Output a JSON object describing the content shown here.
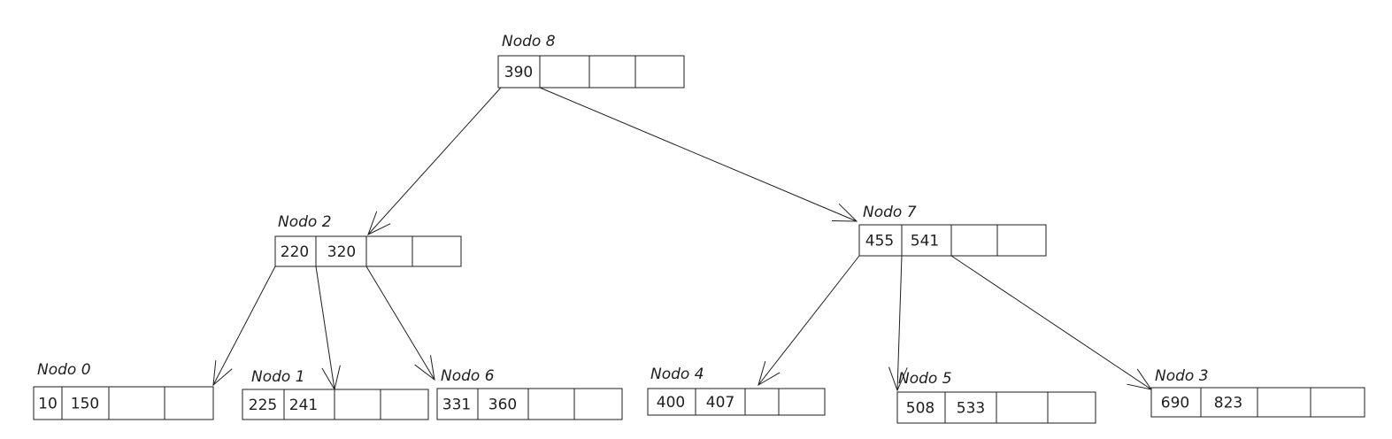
{
  "nodes": [
    {
      "id": "nodo-8",
      "label": "Nodo 8",
      "keys": [
        "390",
        "",
        "",
        ""
      ]
    },
    {
      "id": "nodo-2",
      "label": "Nodo 2",
      "keys": [
        "220",
        "320",
        "",
        ""
      ]
    },
    {
      "id": "nodo-7",
      "label": "Nodo 7",
      "keys": [
        "455",
        "541",
        "",
        ""
      ]
    },
    {
      "id": "nodo-0",
      "label": "Nodo 0",
      "keys": [
        "10",
        "150",
        "",
        ""
      ]
    },
    {
      "id": "nodo-1",
      "label": "Nodo 1",
      "keys": [
        "225",
        "241",
        "",
        ""
      ]
    },
    {
      "id": "nodo-6",
      "label": "Nodo 6",
      "keys": [
        "331",
        "360",
        "",
        ""
      ]
    },
    {
      "id": "nodo-4",
      "label": "Nodo 4",
      "keys": [
        "400",
        "407",
        "",
        ""
      ]
    },
    {
      "id": "nodo-5",
      "label": "Nodo 5",
      "keys": [
        "508",
        "533",
        "",
        ""
      ]
    },
    {
      "id": "nodo-3",
      "label": "Nodo 3",
      "keys": [
        "690",
        "823",
        "",
        ""
      ]
    }
  ],
  "edges": [
    {
      "from": "nodo-8",
      "to": "nodo-2"
    },
    {
      "from": "nodo-8",
      "to": "nodo-7"
    },
    {
      "from": "nodo-2",
      "to": "nodo-0"
    },
    {
      "from": "nodo-2",
      "to": "nodo-1"
    },
    {
      "from": "nodo-2",
      "to": "nodo-6"
    },
    {
      "from": "nodo-7",
      "to": "nodo-4"
    },
    {
      "from": "nodo-7",
      "to": "nodo-5"
    },
    {
      "from": "nodo-7",
      "to": "nodo-3"
    }
  ]
}
